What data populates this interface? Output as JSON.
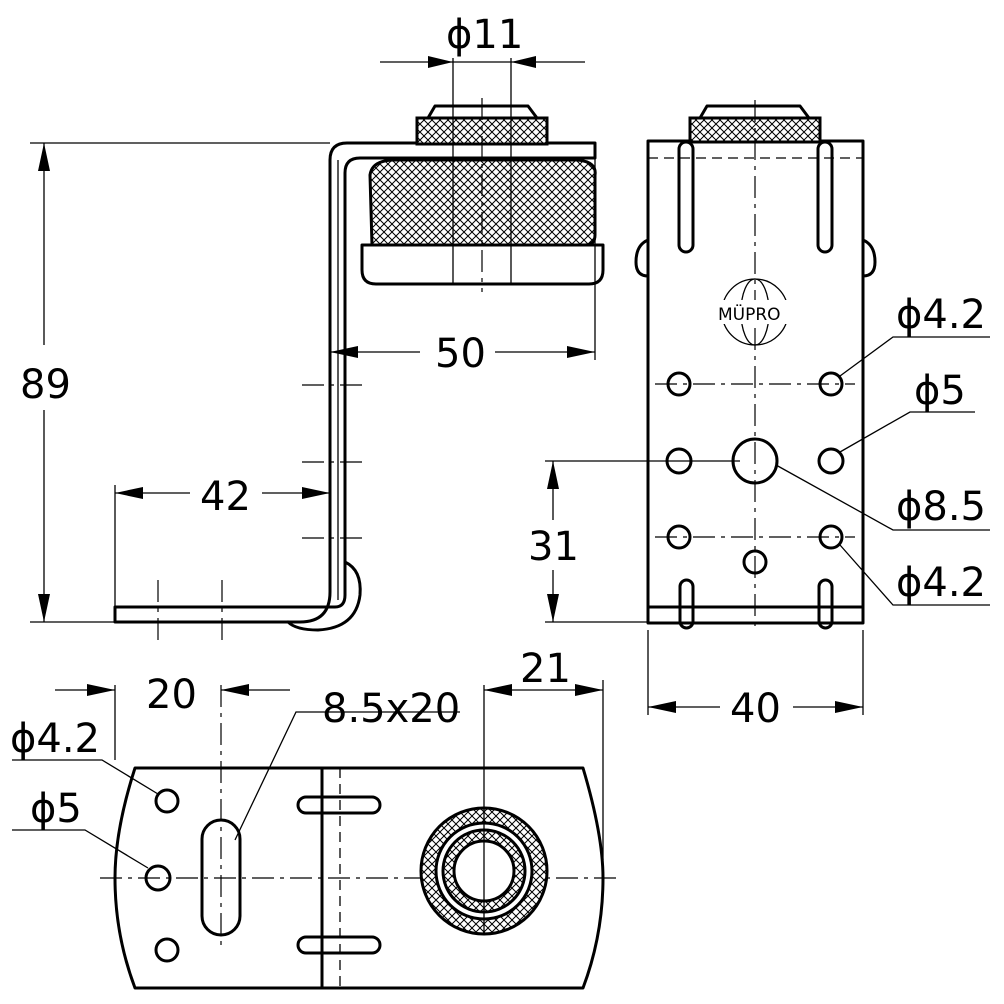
{
  "dimensions": {
    "d_top_stud": "ϕ11",
    "d_50": "50",
    "d_89": "89",
    "d_42": "42",
    "d_side_hole_small_upper": "ϕ4.2",
    "d_side_hole_5": "ϕ5",
    "d_side_hole_center": "ϕ8.5",
    "d_side_hole_small_lower": "ϕ4.2",
    "d_31": "31",
    "d_40": "40",
    "d_20": "20",
    "d_slot": "8.5x20",
    "d_21": "21",
    "d_bottom_hole_small": "ϕ4.2",
    "d_bottom_hole_5": "ϕ5"
  },
  "logo_text": "MÜPRO",
  "colors": {
    "line": "#000000",
    "background": "#ffffff"
  }
}
